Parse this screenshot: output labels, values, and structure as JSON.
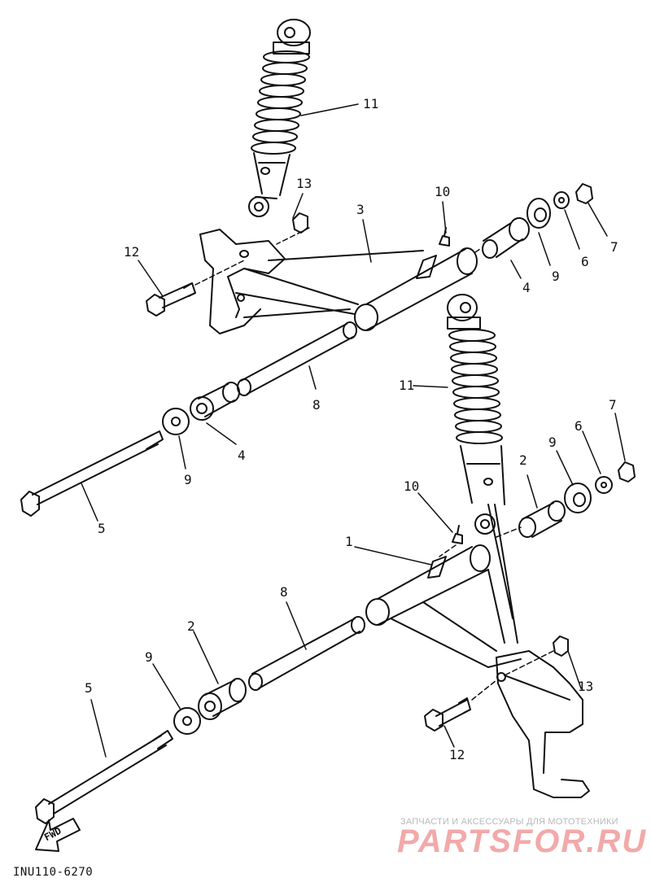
{
  "diagram": {
    "callouts": [
      {
        "id": "c11a",
        "text": "11"
      },
      {
        "id": "c13a",
        "text": "13"
      },
      {
        "id": "c10a",
        "text": "10"
      },
      {
        "id": "c3",
        "text": "3"
      },
      {
        "id": "c12a",
        "text": "12"
      },
      {
        "id": "c4a",
        "text": "4"
      },
      {
        "id": "c9a",
        "text": "9"
      },
      {
        "id": "c6a",
        "text": "6"
      },
      {
        "id": "c7a",
        "text": "7"
      },
      {
        "id": "c8a",
        "text": "8"
      },
      {
        "id": "c4b",
        "text": "4"
      },
      {
        "id": "c9b",
        "text": "9"
      },
      {
        "id": "c5a",
        "text": "5"
      },
      {
        "id": "c11b",
        "text": "11"
      },
      {
        "id": "c7b",
        "text": "7"
      },
      {
        "id": "c9c",
        "text": "9"
      },
      {
        "id": "c6b",
        "text": "6"
      },
      {
        "id": "c2a",
        "text": "2"
      },
      {
        "id": "c10b",
        "text": "10"
      },
      {
        "id": "c1",
        "text": "1"
      },
      {
        "id": "c8b",
        "text": "8"
      },
      {
        "id": "c2b",
        "text": "2"
      },
      {
        "id": "c9d",
        "text": "9"
      },
      {
        "id": "c5b",
        "text": "5"
      },
      {
        "id": "c13b",
        "text": "13"
      },
      {
        "id": "c12b",
        "text": "12"
      }
    ],
    "fwd_label": "FWD",
    "diagram_code": "INU110-6270"
  },
  "watermark": {
    "subtitle": "ЗАПЧАСТИ И АКСЕССУАРЫ ДЛЯ МОТОТЕХНИКИ",
    "logo": "PARTSFOR.RU"
  }
}
